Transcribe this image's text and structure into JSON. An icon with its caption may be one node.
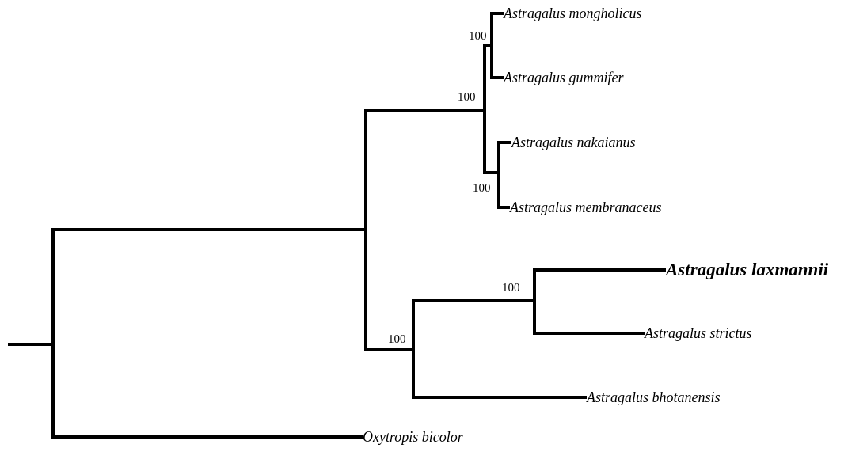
{
  "diagram": {
    "nodes": [
      {
        "text": [
          "Astragalus mongholicus"
        ]
      },
      {
        "text": [],
        "shape": "point",
        "beside": [
          "100"
        ]
      },
      {
        "text": [
          "Astragalus gummifer"
        ]
      },
      {
        "text": [],
        "shape": "point",
        "beside": [
          "100"
        ]
      },
      {
        "text": [
          "Astragalus nakaianus"
        ]
      },
      {
        "text": [],
        "shape": "point",
        "beside": [
          "100"
        ]
      },
      {
        "text": [
          "Astragalus membranaceus"
        ]
      },
      {
        "text": [
          "Astragalus laxmannii"
        ]
      },
      {
        "text": [],
        "shape": "point",
        "beside": [
          "100"
        ]
      },
      {
        "text": [
          "Astragalus strictus"
        ]
      },
      {
        "text": [],
        "shape": "point",
        "beside": [
          "100"
        ]
      },
      {
        "text": [
          "Astragalus bhotanensis"
        ]
      },
      {
        "text": [],
        "shape": "point"
      },
      {
        "text": [],
        "shape": "point"
      },
      {
        "text": [
          "Oxytropis bicolor"
        ]
      }
    ],
    "edges": [
      {
        "from": null,
        "to": 12,
        "arrow": "none"
      },
      {
        "from": 12,
        "to": 13,
        "arrow": "none"
      },
      {
        "from": 12,
        "to": 14,
        "arrow": "none"
      },
      {
        "from": 13,
        "to": 3,
        "arrow": "none"
      },
      {
        "from": 13,
        "to": 10,
        "arrow": "none"
      },
      {
        "from": 3,
        "to": 1,
        "arrow": "none"
      },
      {
        "from": 3,
        "to": 5,
        "arrow": "none"
      },
      {
        "from": 1,
        "to": 0,
        "arrow": "none"
      },
      {
        "from": 1,
        "to": 2,
        "arrow": "none"
      },
      {
        "from": 5,
        "to": 4,
        "arrow": "none"
      },
      {
        "from": 5,
        "to": 6,
        "arrow": "none"
      },
      {
        "from": 10,
        "to": 8,
        "arrow": "none"
      },
      {
        "from": 10,
        "to": 11,
        "arrow": "none"
      },
      {
        "from": 8,
        "to": 7,
        "arrow": "none"
      },
      {
        "from": 8,
        "to": 9,
        "arrow": "none"
      }
    ]
  }
}
